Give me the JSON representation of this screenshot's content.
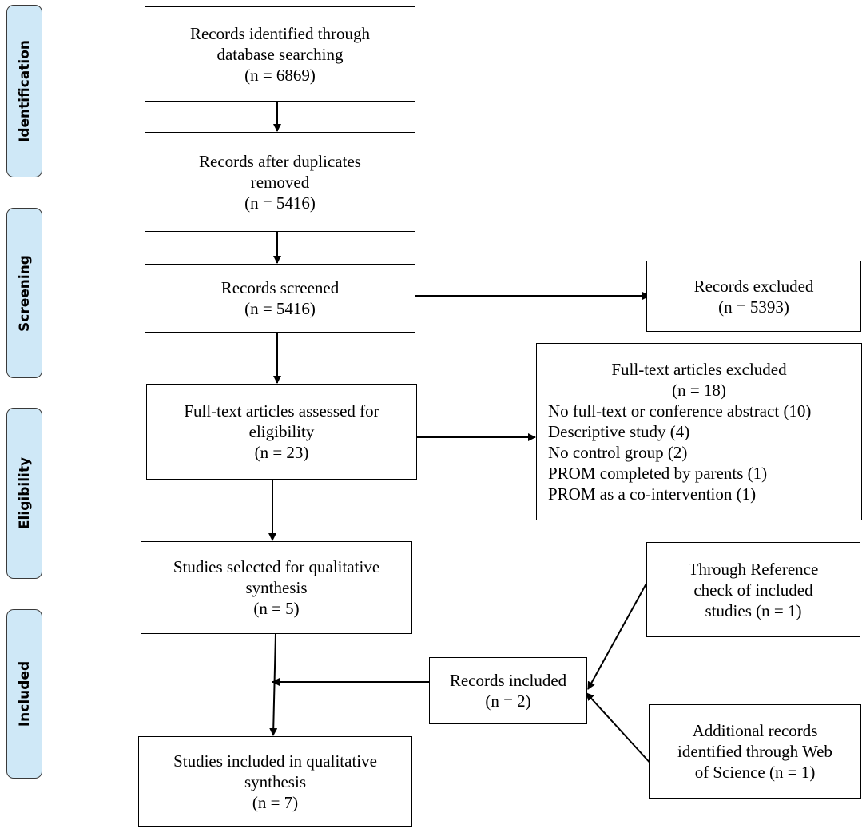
{
  "phases": {
    "identification": "Identification",
    "screening": "Screening",
    "eligibility": "Eligibility",
    "included": "Included"
  },
  "boxes": {
    "identified": {
      "lines": [
        "Records identified through",
        "database searching",
        "(n = 6869)"
      ]
    },
    "after_duplicates": {
      "lines": [
        "Records after duplicates",
        "removed",
        "(n = 5416)"
      ]
    },
    "screened": {
      "lines": [
        "Records screened",
        "(n = 5416)"
      ]
    },
    "excluded": {
      "lines": [
        "Records excluded",
        "(n = 5393)"
      ]
    },
    "fulltext_assessed": {
      "lines": [
        "Full-text articles assessed for",
        "eligibility",
        "(n = 23)"
      ]
    },
    "fulltext_excluded": {
      "title": "Full-text articles excluded",
      "count": "(n = 18)",
      "reasons": [
        "No full-text or conference abstract (10)",
        "Descriptive study (4)",
        "No control group (2)",
        "PROM completed by parents (1)",
        "PROM as a co-intervention (1)"
      ]
    },
    "selected_qualitative": {
      "lines": [
        "Studies selected for qualitative",
        "synthesis",
        "(n = 5)"
      ]
    },
    "reference_check": {
      "lines": [
        "Through Reference",
        "check of included",
        "studies (n = 1)"
      ]
    },
    "records_included": {
      "lines": [
        "Records included",
        "(n = 2)"
      ]
    },
    "web_of_science": {
      "lines": [
        "Additional records",
        "identified through Web",
        "of Science (n = 1)"
      ]
    },
    "included_qualitative": {
      "lines": [
        "Studies included in qualitative",
        "synthesis",
        "(n = 7)"
      ]
    }
  }
}
